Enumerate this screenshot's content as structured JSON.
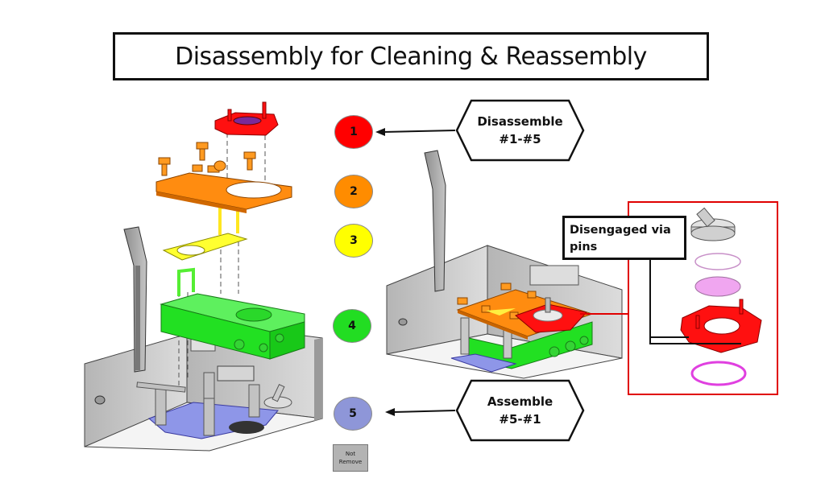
{
  "title": "Disassembly for Cleaning & Reassembly",
  "steps": [
    {
      "number": "1",
      "part": "red clamp ring",
      "color": "#ff0000"
    },
    {
      "number": "2",
      "part": "orange top plate with thumb screws",
      "color": "#ff8c00"
    },
    {
      "number": "3",
      "part": "yellow shim plate and handle",
      "color": "#ffff00"
    },
    {
      "number": "4",
      "part": "green block and handle",
      "color": "#22dd22"
    },
    {
      "number": "5",
      "part": "blue base plate",
      "color": "#8e96d8"
    }
  ],
  "not_remove": {
    "line1": "Not",
    "line2": "Remove",
    "color": "#b3b3b3"
  },
  "callouts": {
    "disassemble": {
      "line1": "Disassemble",
      "line2": "#1-#5"
    },
    "assemble": {
      "line1": "Assemble",
      "line2": "#5-#1"
    },
    "disengaged": {
      "line1": "Disengaged via",
      "line2": "pins"
    }
  },
  "colors": {
    "frame_red": "#e00000",
    "sheet_metal": "#c8c8c8",
    "pink_disc": "#f0a6f0",
    "magenta_ring": "#e040e0"
  }
}
